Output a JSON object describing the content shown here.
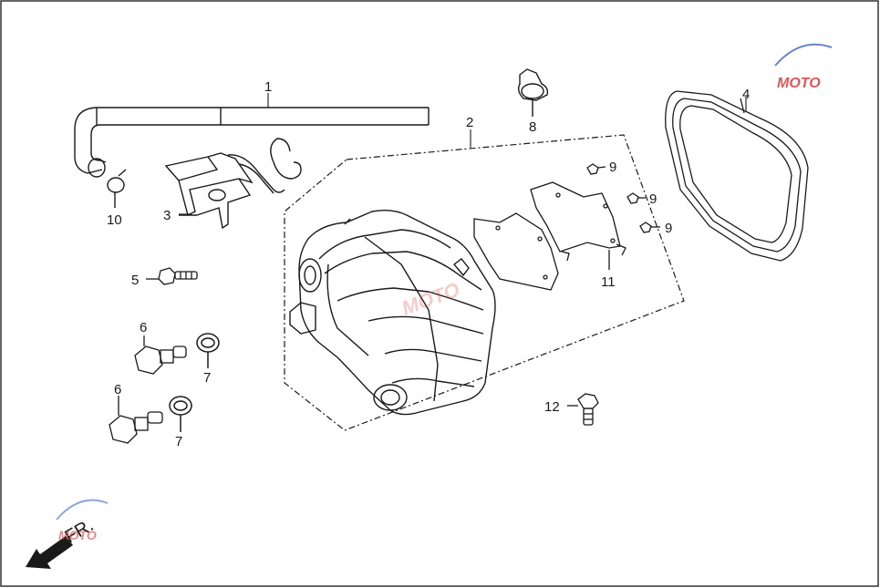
{
  "diagram": {
    "callouts": [
      {
        "id": "1",
        "label": "1"
      },
      {
        "id": "2",
        "label": "2"
      },
      {
        "id": "3",
        "label": "3"
      },
      {
        "id": "4",
        "label": "4"
      },
      {
        "id": "5",
        "label": "5"
      },
      {
        "id": "6a",
        "label": "6"
      },
      {
        "id": "6b",
        "label": "6"
      },
      {
        "id": "7a",
        "label": "7"
      },
      {
        "id": "7b",
        "label": "7"
      },
      {
        "id": "8",
        "label": "8"
      },
      {
        "id": "9a",
        "label": "9"
      },
      {
        "id": "9b",
        "label": "9"
      },
      {
        "id": "9c",
        "label": "9"
      },
      {
        "id": "10",
        "label": "10"
      },
      {
        "id": "11",
        "label": "11"
      },
      {
        "id": "12",
        "label": "12"
      }
    ],
    "direction_label": "FR.",
    "watermark_text": "MOTO",
    "colors": {
      "line": "#1a1a1a",
      "watermark_red": "#d83a3a",
      "watermark_blue": "#4a6fc4"
    }
  }
}
